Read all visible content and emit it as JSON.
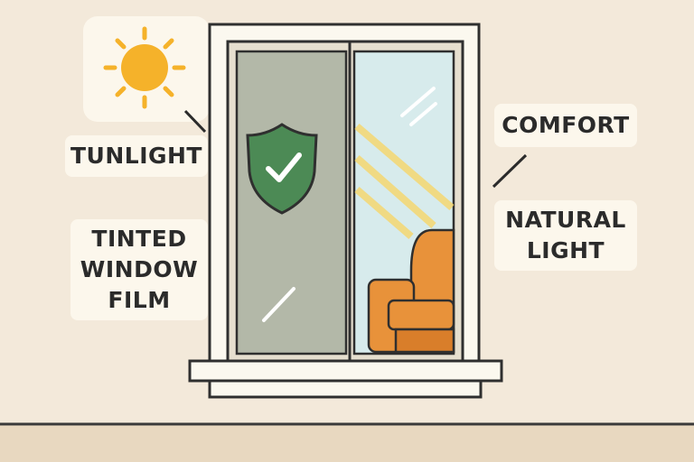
{
  "labels": {
    "sunlight": "TUNLIGHT",
    "tinted_line1": "TINTED",
    "tinted_line2": "WINDOW",
    "tinted_line3": "FILM",
    "comfort": "COMFORT",
    "natural_line1": "NATURAL",
    "natural_line2": "LIGHT"
  },
  "colors": {
    "background": "#f3e9da",
    "sun": "#f5b22a",
    "shield": "#4c8a55",
    "tinted_glass": "#b3b8a8",
    "clear_glass": "#d7ebec",
    "armchair": "#e8923a"
  }
}
